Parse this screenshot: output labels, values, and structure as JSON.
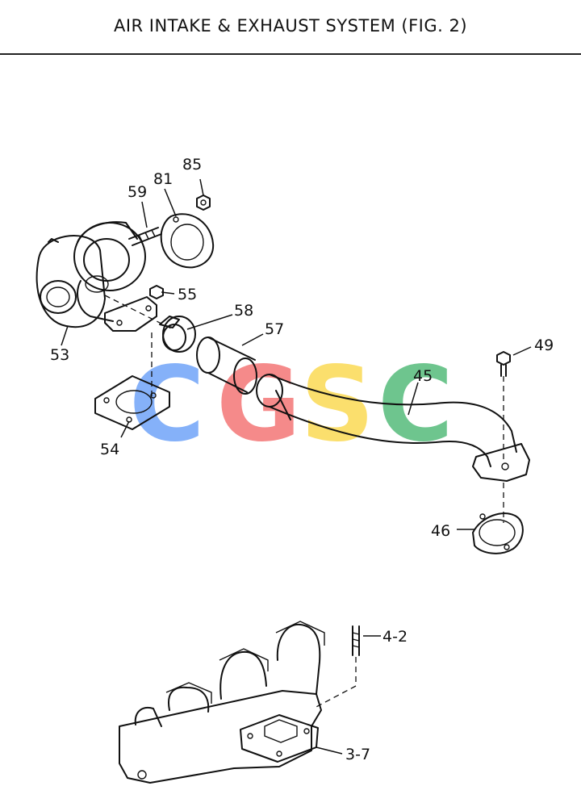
{
  "title": "AIR INTAKE & EXHAUST SYSTEM (FIG. 2)",
  "watermark": {
    "letters": [
      "C",
      "G",
      "S",
      "C"
    ],
    "colors": [
      "#3b82f6",
      "#ef4444",
      "#facc15",
      "#16a34a"
    ]
  },
  "callouts": {
    "p85": "85",
    "p81": "81",
    "p59": "59",
    "p55": "55",
    "p58": "58",
    "p57": "57",
    "p53": "53",
    "p54": "54",
    "p45": "45",
    "p49": "49",
    "p46": "46",
    "p4_2": "4-2",
    "p3_7": "3-7"
  }
}
